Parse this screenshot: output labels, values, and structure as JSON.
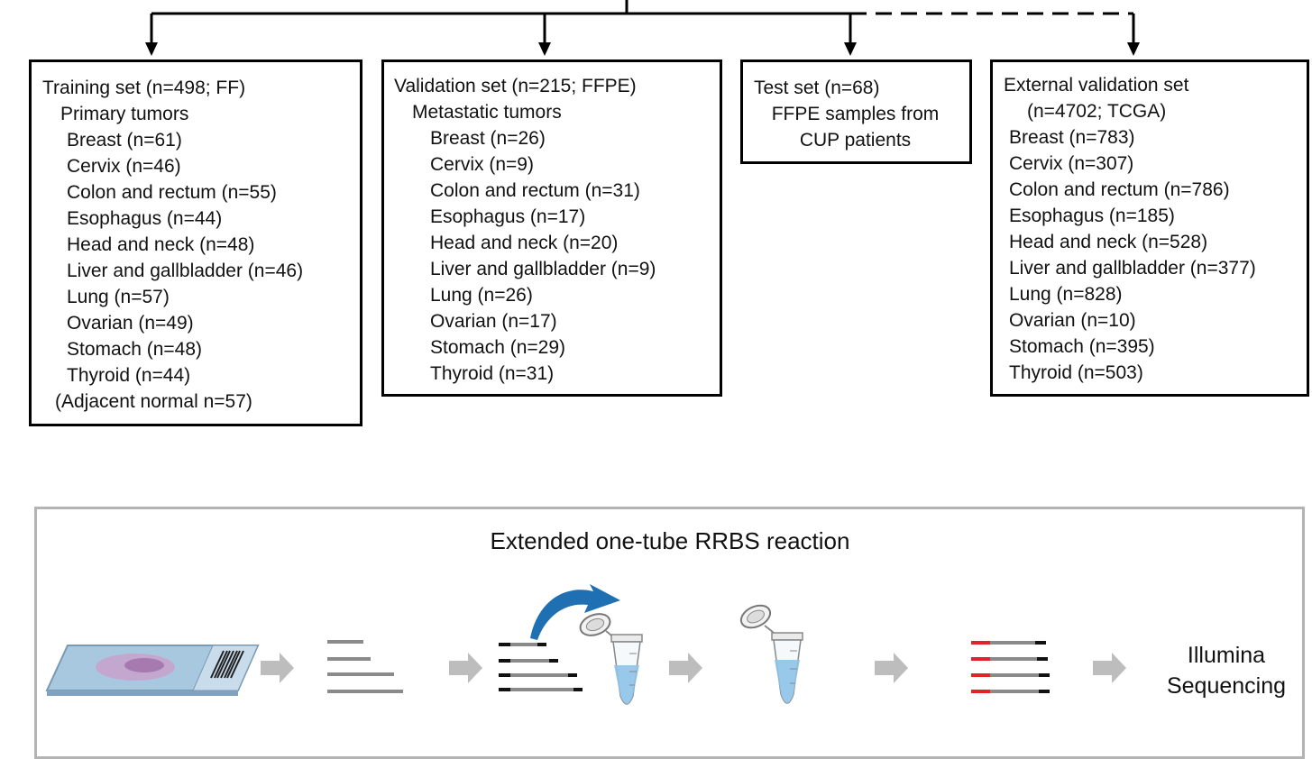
{
  "training_set": {
    "title": "Training set (n=498; FF)",
    "subtitle": "Primary tumors",
    "items": [
      "Breast (n=61)",
      "Cervix (n=46)",
      "Colon and rectum (n=55)",
      "Esophagus (n=44)",
      "Head and neck (n=48)",
      "Liver and gallbladder (n=46)",
      "Lung (n=57)",
      "Ovarian (n=49)",
      "Stomach (n=48)",
      "Thyroid (n=44)"
    ],
    "footer": "(Adjacent normal n=57)"
  },
  "validation_set": {
    "title": "Validation set (n=215; FFPE)",
    "subtitle": "Metastatic tumors",
    "items": [
      "Breast (n=26)",
      "Cervix (n=9)",
      "Colon and rectum (n=31)",
      "Esophagus (n=17)",
      "Head and neck (n=20)",
      "Liver and gallbladder (n=9)",
      "Lung (n=26)",
      "Ovarian (n=17)",
      "Stomach (n=29)",
      "Thyroid (n=31)"
    ]
  },
  "test_set": {
    "title": "Test set (n=68)",
    "line2": "FFPE samples from",
    "line3": "CUP patients"
  },
  "external_set": {
    "title": "External validation set",
    "subtitle": "(n=4702; TCGA)",
    "items": [
      "Breast (n=783)",
      "Cervix  (n=307)",
      "Colon and rectum  (n=786)",
      "Esophagus  (n=185)",
      "Head and neck  (n=528)",
      "Liver and gallbladder  (n=377)",
      "Lung  (n=828)",
      "Ovarian  (n=10)",
      "Stomach (n=395)",
      "Thyroid  (n=503)"
    ]
  },
  "rrbs": {
    "title": "Extended one-tube RRBS reaction",
    "final_step": "Illumina Sequencing"
  },
  "colors": {
    "border": "#000000",
    "panel_border": "#b3b3b3",
    "arrow_gray": "#bdbdbd",
    "fragment_gray": "#8a8a8a",
    "adapter_red": "#e0242a",
    "curved_arrow_blue": "#1f6fb3",
    "tube_liquid": "#8fc3e8",
    "slide_blue": "#a8c8e0",
    "tissue_pink": "#c7a3cc"
  },
  "icons": {
    "slide": "tissue-slide-icon",
    "fragments": "dna-fragments-icon",
    "tube": "eppendorf-tube-icon",
    "transfer": "curved-arrow-icon",
    "library": "adapter-ligated-library-icon"
  }
}
